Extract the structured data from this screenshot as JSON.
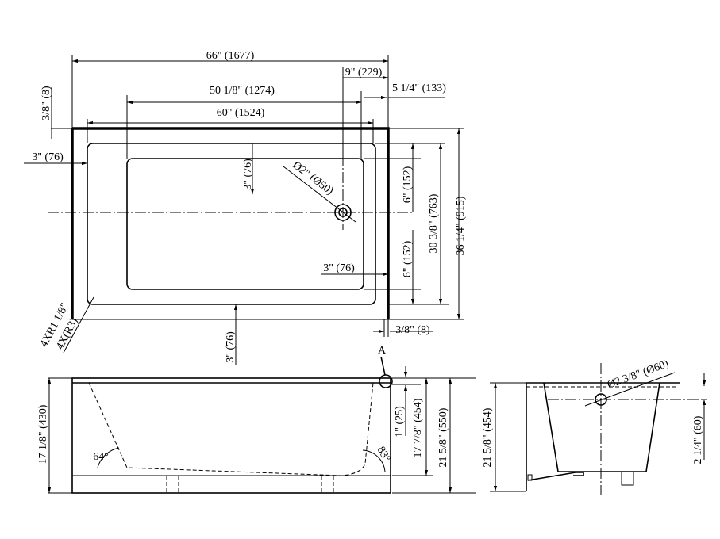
{
  "top_view": {
    "overall_length": "66\" (1677)",
    "drain_offset": "9\" (229)",
    "rim_end": "5 1/4\" (133)",
    "basin_length": "50 1/8\" (1274)",
    "inner_length": "60\" (1524)",
    "top_offset": "3/8\" (8)",
    "rim_left": "3\" (76)",
    "basin_top": "3\" (76)",
    "drain_diameter": "Ø2\" (Ø50)",
    "drain_upper": "6\" (152)",
    "inner_width": "30 3/8\" (763)",
    "overall_width": "36 1/4\" (915)",
    "drain_lower": "6\" (152)",
    "basin_right": "3\" (76)",
    "right_offset": "3/8\" (8)",
    "rim_bottom": "3\" (76)",
    "corner_radius_in": "4XR1 1/8\"",
    "corner_radius_mm": "4X(R3)"
  },
  "front_view": {
    "detail_label": "A",
    "left_height": "17 1/8\" (430)",
    "left_angle": "64°",
    "right_angle": "83°",
    "rim_thickness": "1\" (25)",
    "basin_depth": "17 7/8\" (454)",
    "overall_height": "21 5/8\" (550)"
  },
  "side_view": {
    "height": "21 5/8\" (454)",
    "overflow_diameter": "Ø2 3/8\" (Ø60)",
    "overflow_offset": "2 1/4\" (60)"
  }
}
